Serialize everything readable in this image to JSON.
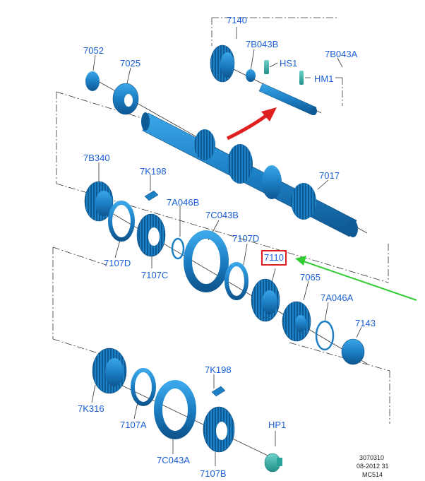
{
  "labels": {
    "p7140": "7140",
    "p7B043B": "7B043B",
    "pHS1": "HS1",
    "p7B043A": "7B043A",
    "pHM1": "HM1",
    "p7052": "7052",
    "p7025": "7025",
    "p7017": "7017",
    "p7B340": "7B340",
    "p7K198_top": "7K198",
    "p7A046B": "7A046B",
    "p7C043B": "7C043B",
    "p7107D_left": "7107D",
    "p7107C": "7107C",
    "p7107D_mid": "7107D",
    "p7110": "7110",
    "p7065": "7065",
    "p7A046A": "7A046A",
    "p7143": "7143",
    "p7K316": "7K316",
    "p7107A": "7107A",
    "p7K198_bottom": "7K198",
    "p7C043A": "7C043A",
    "p7107B": "7107B",
    "pHP1": "HP1"
  },
  "reference": {
    "line1": "3070310",
    "line2": "08-2012 31",
    "line3": "MC514"
  },
  "colors": {
    "label_text": "#1a5fd6",
    "part_fill": "#1d7fc4",
    "part_dark": "#0e5a94",
    "highlight_box": "#e02020",
    "arrow_red": "#e02020",
    "arrow_green": "#33cc33"
  }
}
